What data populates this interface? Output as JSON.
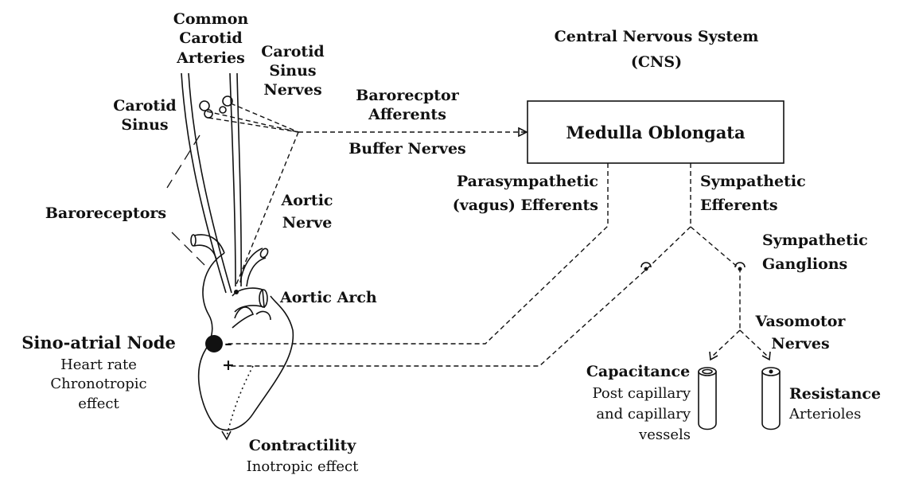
{
  "labels": {
    "common_carotid": [
      "Common",
      "Carotid",
      "Arteries"
    ],
    "carotid_sinus_nerves": [
      "Carotid",
      "Sinus",
      "Nerves"
    ],
    "carotid_sinus": [
      "Carotid",
      "Sinus"
    ],
    "baroreceptor_afferents": [
      "Barorecptor",
      "Afferents"
    ],
    "buffer_nerves": "Buffer Nerves",
    "cns": [
      "Central Nervous System",
      "(CNS)"
    ],
    "medulla": "Medulla Oblongata",
    "parasympathetic": [
      "Parasympathetic",
      "(vagus) Efferents"
    ],
    "sympathetic_efferents": [
      "Sympathetic",
      "Efferents"
    ],
    "aortic_nerve": [
      "Aortic",
      "Nerve"
    ],
    "baroreceptors": "Baroreceptors",
    "sympathetic_ganglions": [
      "Sympathetic",
      "Ganglions"
    ],
    "aortic_arch": "Aortic Arch",
    "vasomotor": [
      "Vasomotor",
      "Nerves"
    ],
    "sa_node": "Sino-atrial Node",
    "sa_node_desc": [
      "Heart rate",
      "Chronotropic",
      "effect"
    ],
    "minus_sign": "–",
    "plus_sign": "+",
    "capacitance": "Capacitance",
    "capacitance_desc": [
      "Post capillary",
      "and capillary",
      "vessels"
    ],
    "resistance": "Resistance",
    "resistance_desc": "Arterioles",
    "contractility": "Contractility",
    "contractility_desc": "Inotropic effect"
  }
}
